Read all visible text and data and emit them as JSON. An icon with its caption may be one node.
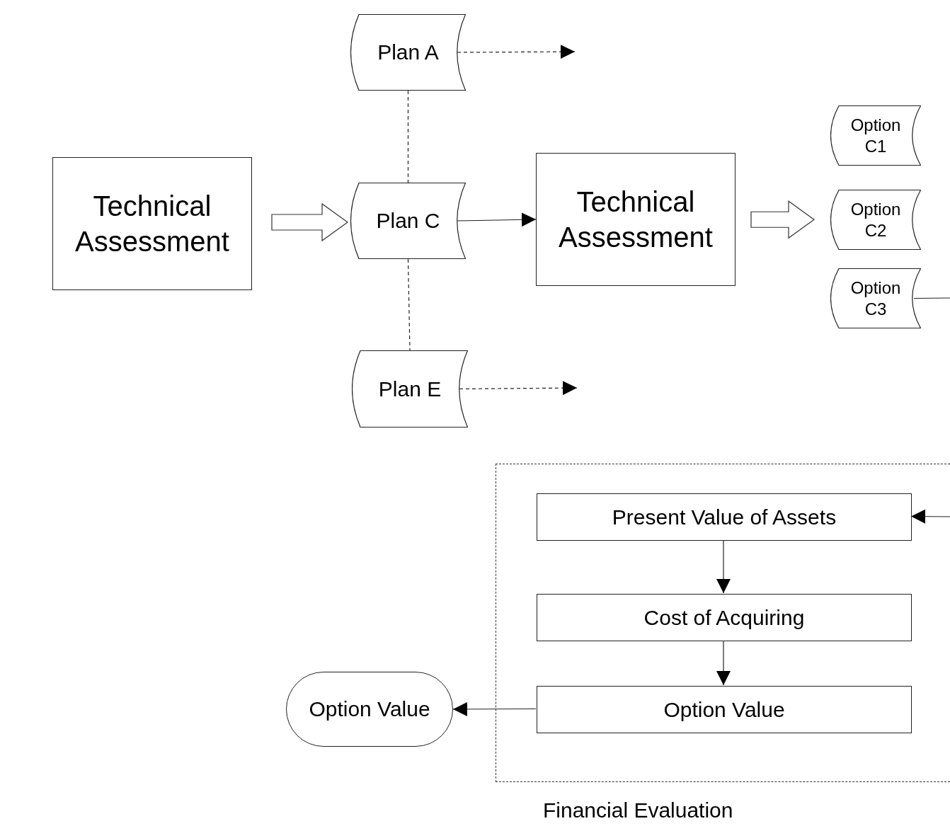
{
  "diagram": {
    "nodes": [
      {
        "text": [
          "Technical Assessment"
        ]
      },
      {
        "text": [
          "Plan A"
        ]
      },
      {
        "text": [
          "Plan C"
        ]
      },
      {
        "text": [
          "Plan E"
        ]
      },
      {
        "text": [
          "Technical Assessment"
        ]
      },
      {
        "text": [
          "Option C1"
        ]
      },
      {
        "text": [
          "Option C2"
        ]
      },
      {
        "text": [
          "Option C3"
        ]
      },
      {
        "text": [
          "Financial Evaluation"
        ]
      },
      {
        "text": [
          "Present Value of Assets"
        ],
        "in": 8
      },
      {
        "text": [
          "Cost of Acquiring"
        ],
        "in": 8
      },
      {
        "text": [
          "Option Value"
        ],
        "in": 8
      },
      {
        "text": [
          "Option Value"
        ]
      }
    ],
    "edges": [
      {
        "from": 0,
        "to": 2,
        "arrow": "to",
        "style": "thick"
      },
      {
        "from": 1,
        "to": null,
        "arrow": "to",
        "style": "dashed"
      },
      {
        "from": 3,
        "to": null,
        "arrow": "to",
        "style": "dashed"
      },
      {
        "from": 1,
        "to": 2,
        "arrow": "none",
        "style": "dashed"
      },
      {
        "from": 2,
        "to": 3,
        "arrow": "none",
        "style": "dashed"
      },
      {
        "from": 2,
        "to": 4,
        "arrow": "to"
      },
      {
        "from": 4,
        "to": 6,
        "arrow": "to",
        "style": "thick"
      },
      {
        "from": 7,
        "to": null,
        "arrow": "none"
      },
      {
        "from": null,
        "to": 9,
        "arrow": "to"
      },
      {
        "from": 9,
        "to": 10,
        "arrow": "to"
      },
      {
        "from": 10,
        "to": 11,
        "arrow": "to"
      },
      {
        "from": 11,
        "to": 12,
        "arrow": "to"
      }
    ]
  }
}
